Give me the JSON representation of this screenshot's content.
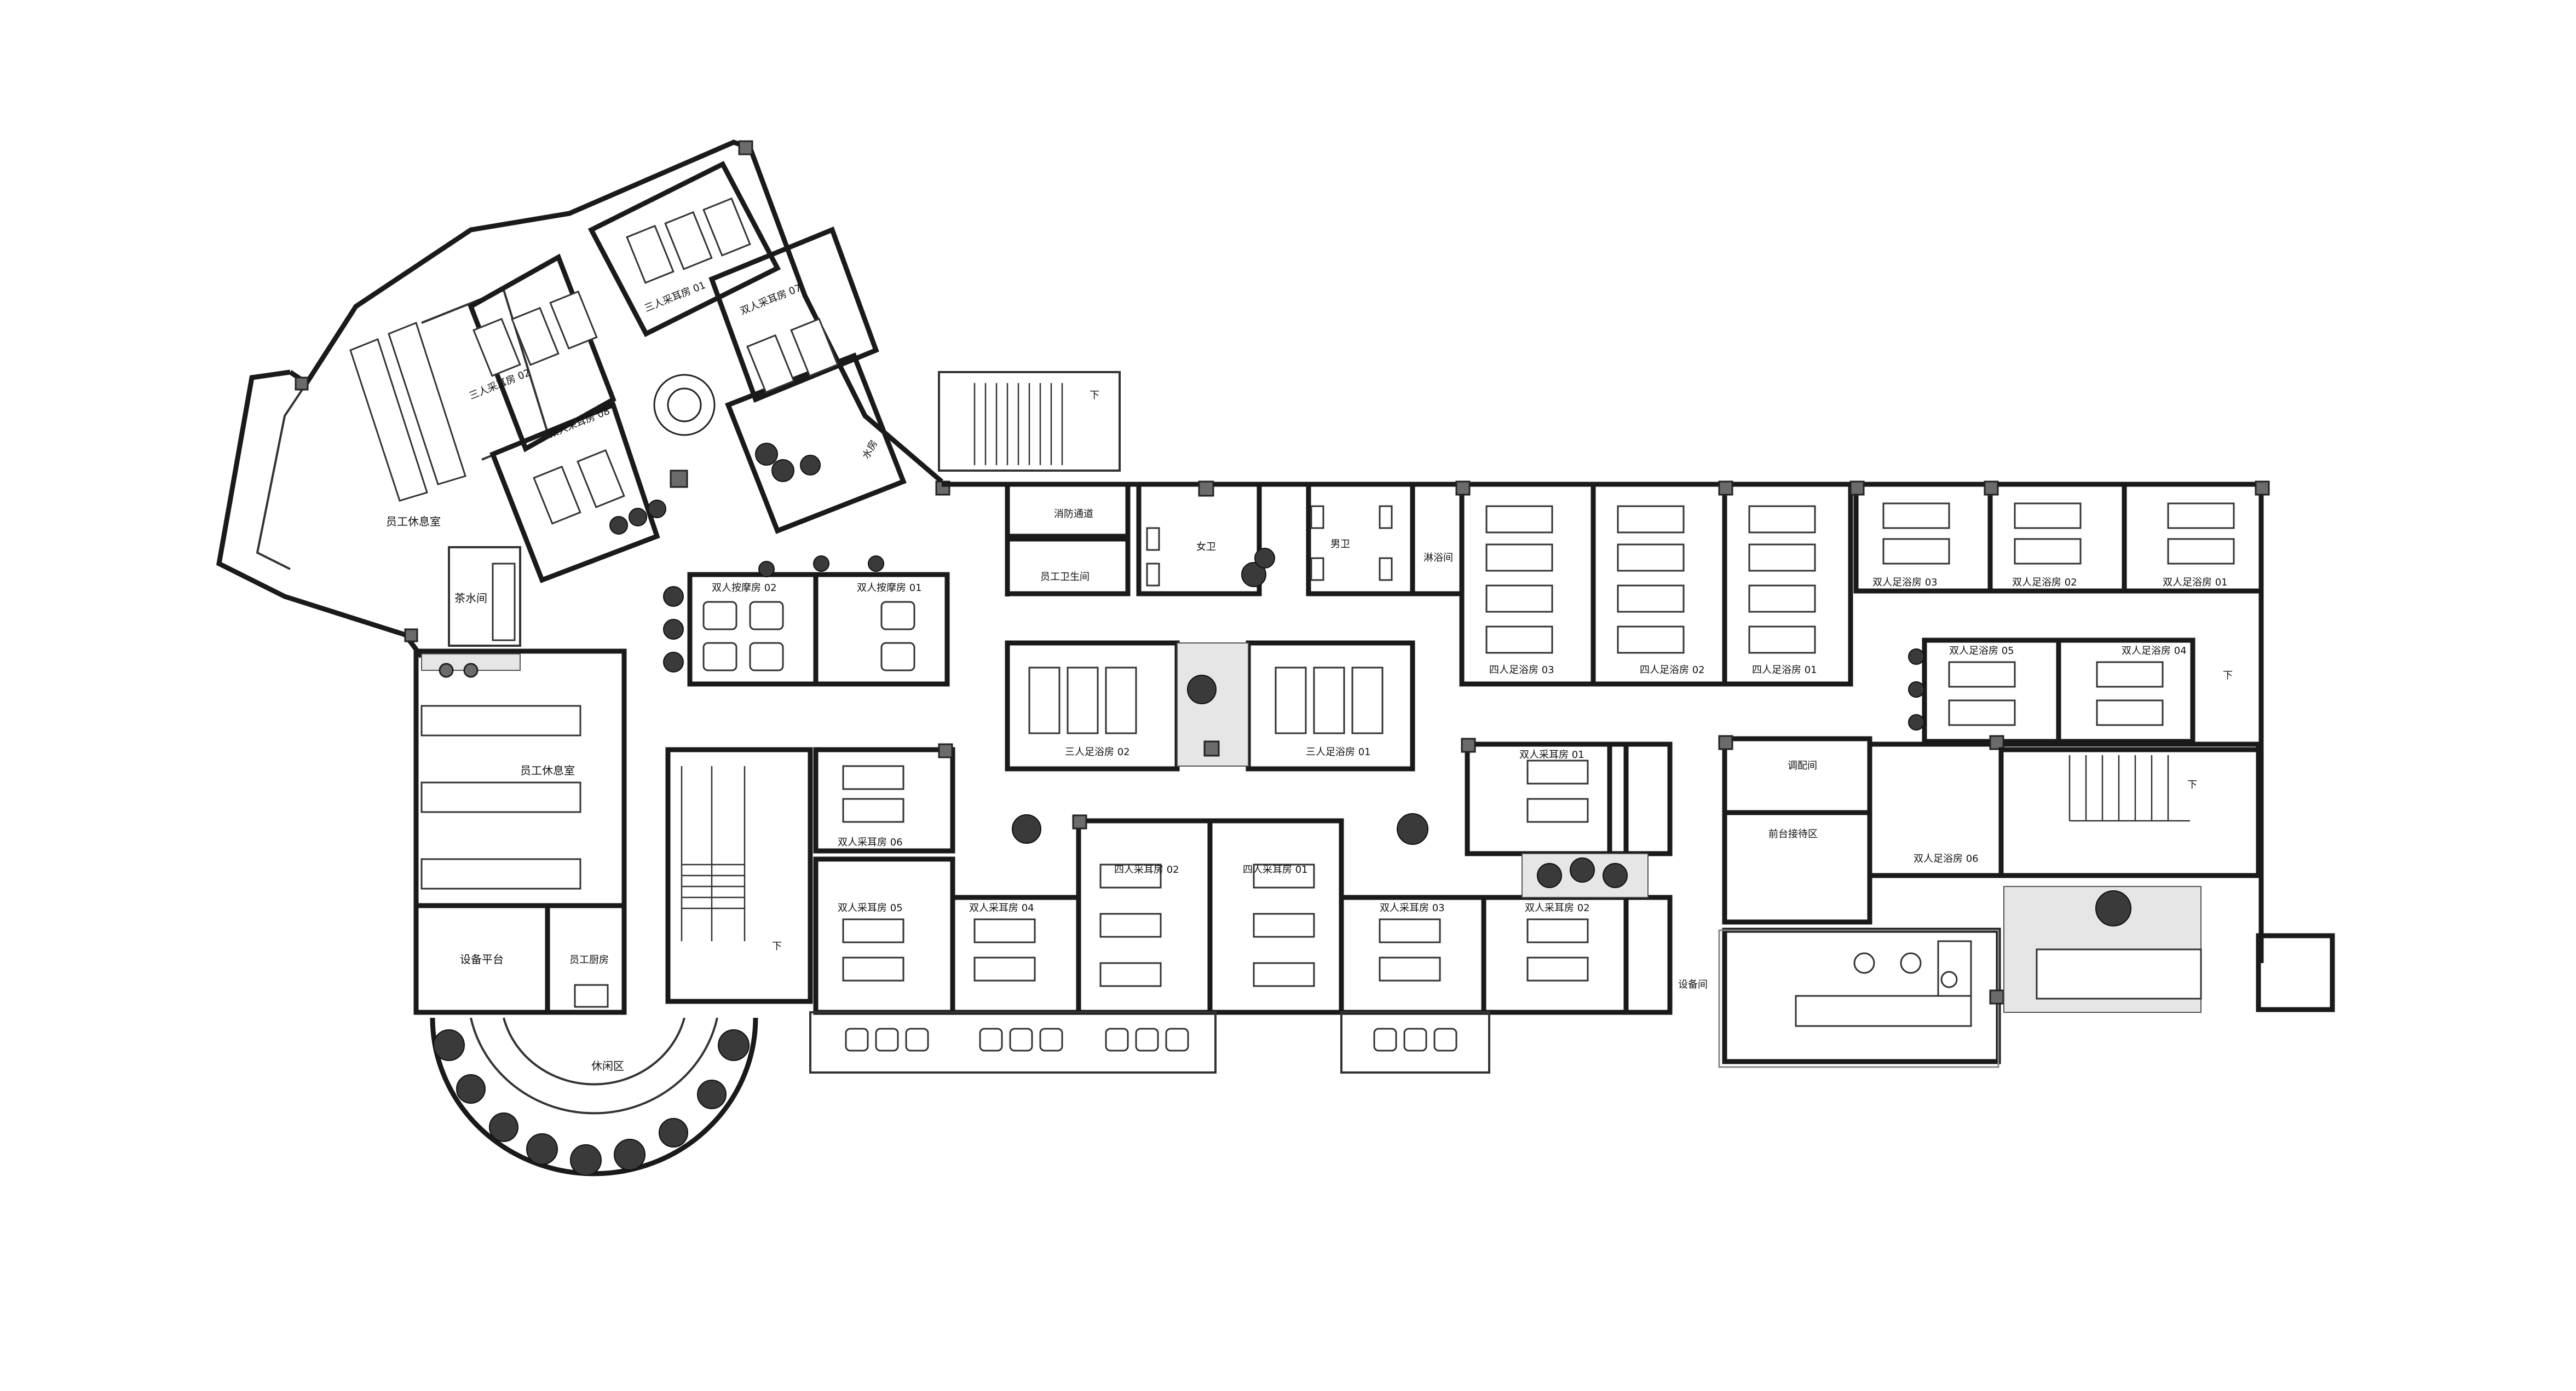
{
  "rooms": {
    "staff_lounge_west": "员工休息室",
    "tea_room": "茶水间",
    "staff_lounge": "员工休息室",
    "equipment_platform": "设备平台",
    "staff_kitchen": "员工厨房",
    "leisure_area": "休闲区",
    "ear_triple_02": "三人采耳房 02",
    "ear_triple_01": "三人采耳房 01",
    "ear_double_08": "双人采耳房 08",
    "ear_double_07": "双人采耳房 07",
    "water_room": "水房",
    "fire_passage": "消防通道",
    "staff_restroom": "员工卫生间",
    "female_wc": "女卫",
    "male_wc": "男卫",
    "shower_room": "淋浴间",
    "massage_double_02": "双人按摩房 02",
    "massage_double_01": "双人按摩房 01",
    "bath_triple_02": "三人足浴房 02",
    "bath_triple_01": "三人足浴房 01",
    "bath_quad_03": "四人足浴房 03",
    "bath_quad_02": "四人足浴房 02",
    "bath_quad_01": "四人足浴房 01",
    "bath_double_03": "双人足浴房 03",
    "bath_double_02": "双人足浴房 02",
    "bath_double_01": "双人足浴房 01",
    "bath_double_05": "双人足浴房 05",
    "bath_double_04": "双人足浴房 04",
    "bath_double_06": "双人足浴房 06",
    "ear_double_06": "双人采耳房 06",
    "ear_double_05": "双人采耳房 05",
    "ear_double_04": "双人采耳房 04",
    "ear_quad_02": "四人采耳房 02",
    "ear_quad_01": "四人采耳房 01",
    "ear_double_03": "双人采耳房 03",
    "ear_double_01": "双人采耳房 01",
    "ear_double_02": "双人采耳房 02",
    "prep_room": "调配间",
    "reception": "前台接待区",
    "equipment_room": "设备间"
  },
  "markers": {
    "down": "下"
  }
}
